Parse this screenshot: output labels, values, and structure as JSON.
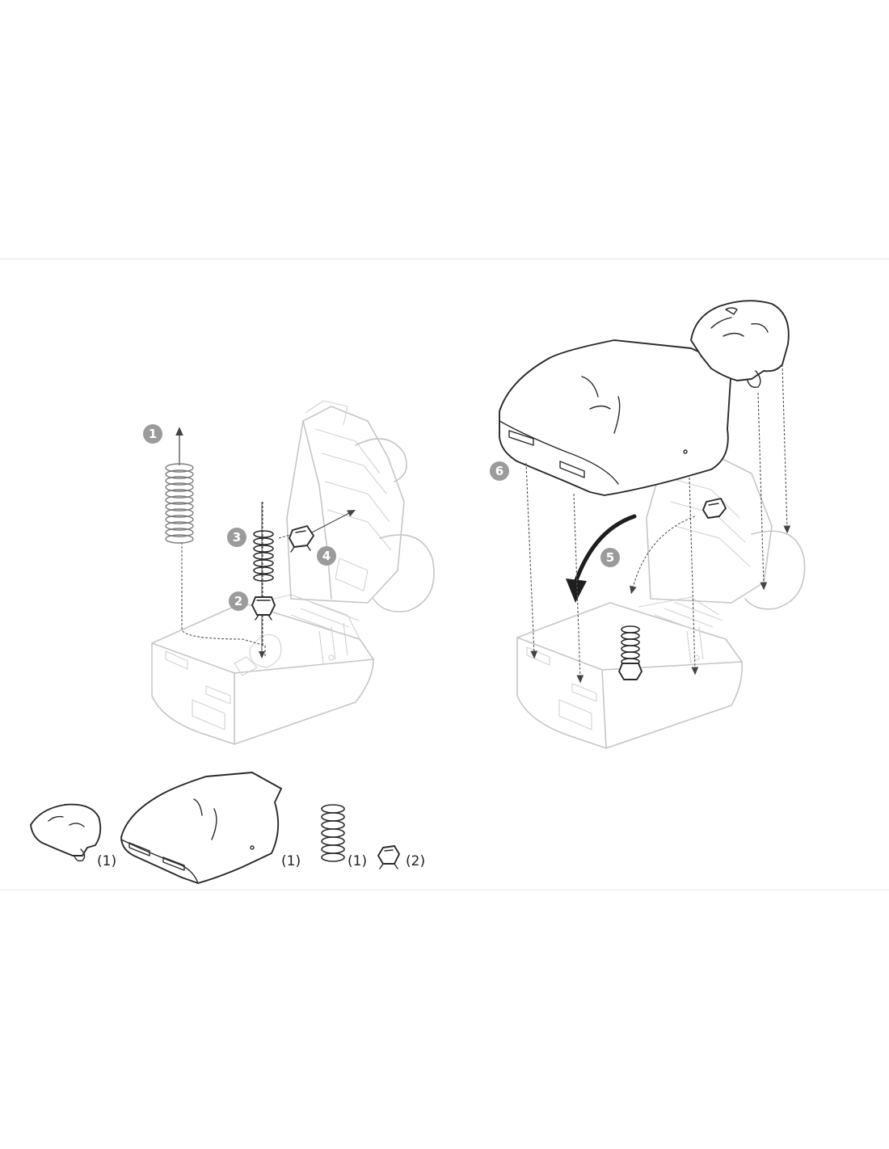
{
  "steps": [
    "1",
    "2",
    "3",
    "4",
    "5",
    "6"
  ],
  "parts": [
    {
      "name": "Head",
      "qty": "(1)"
    },
    {
      "name": "Chest skin",
      "qty": "(1)"
    },
    {
      "name": "Compression spring",
      "qty": "(1)"
    },
    {
      "name": "Valve",
      "qty": "(2)"
    }
  ],
  "colors": {
    "line": "#2a2a2a",
    "ghost": "#c6c6c6",
    "step_badge": "#9b9b9b"
  }
}
